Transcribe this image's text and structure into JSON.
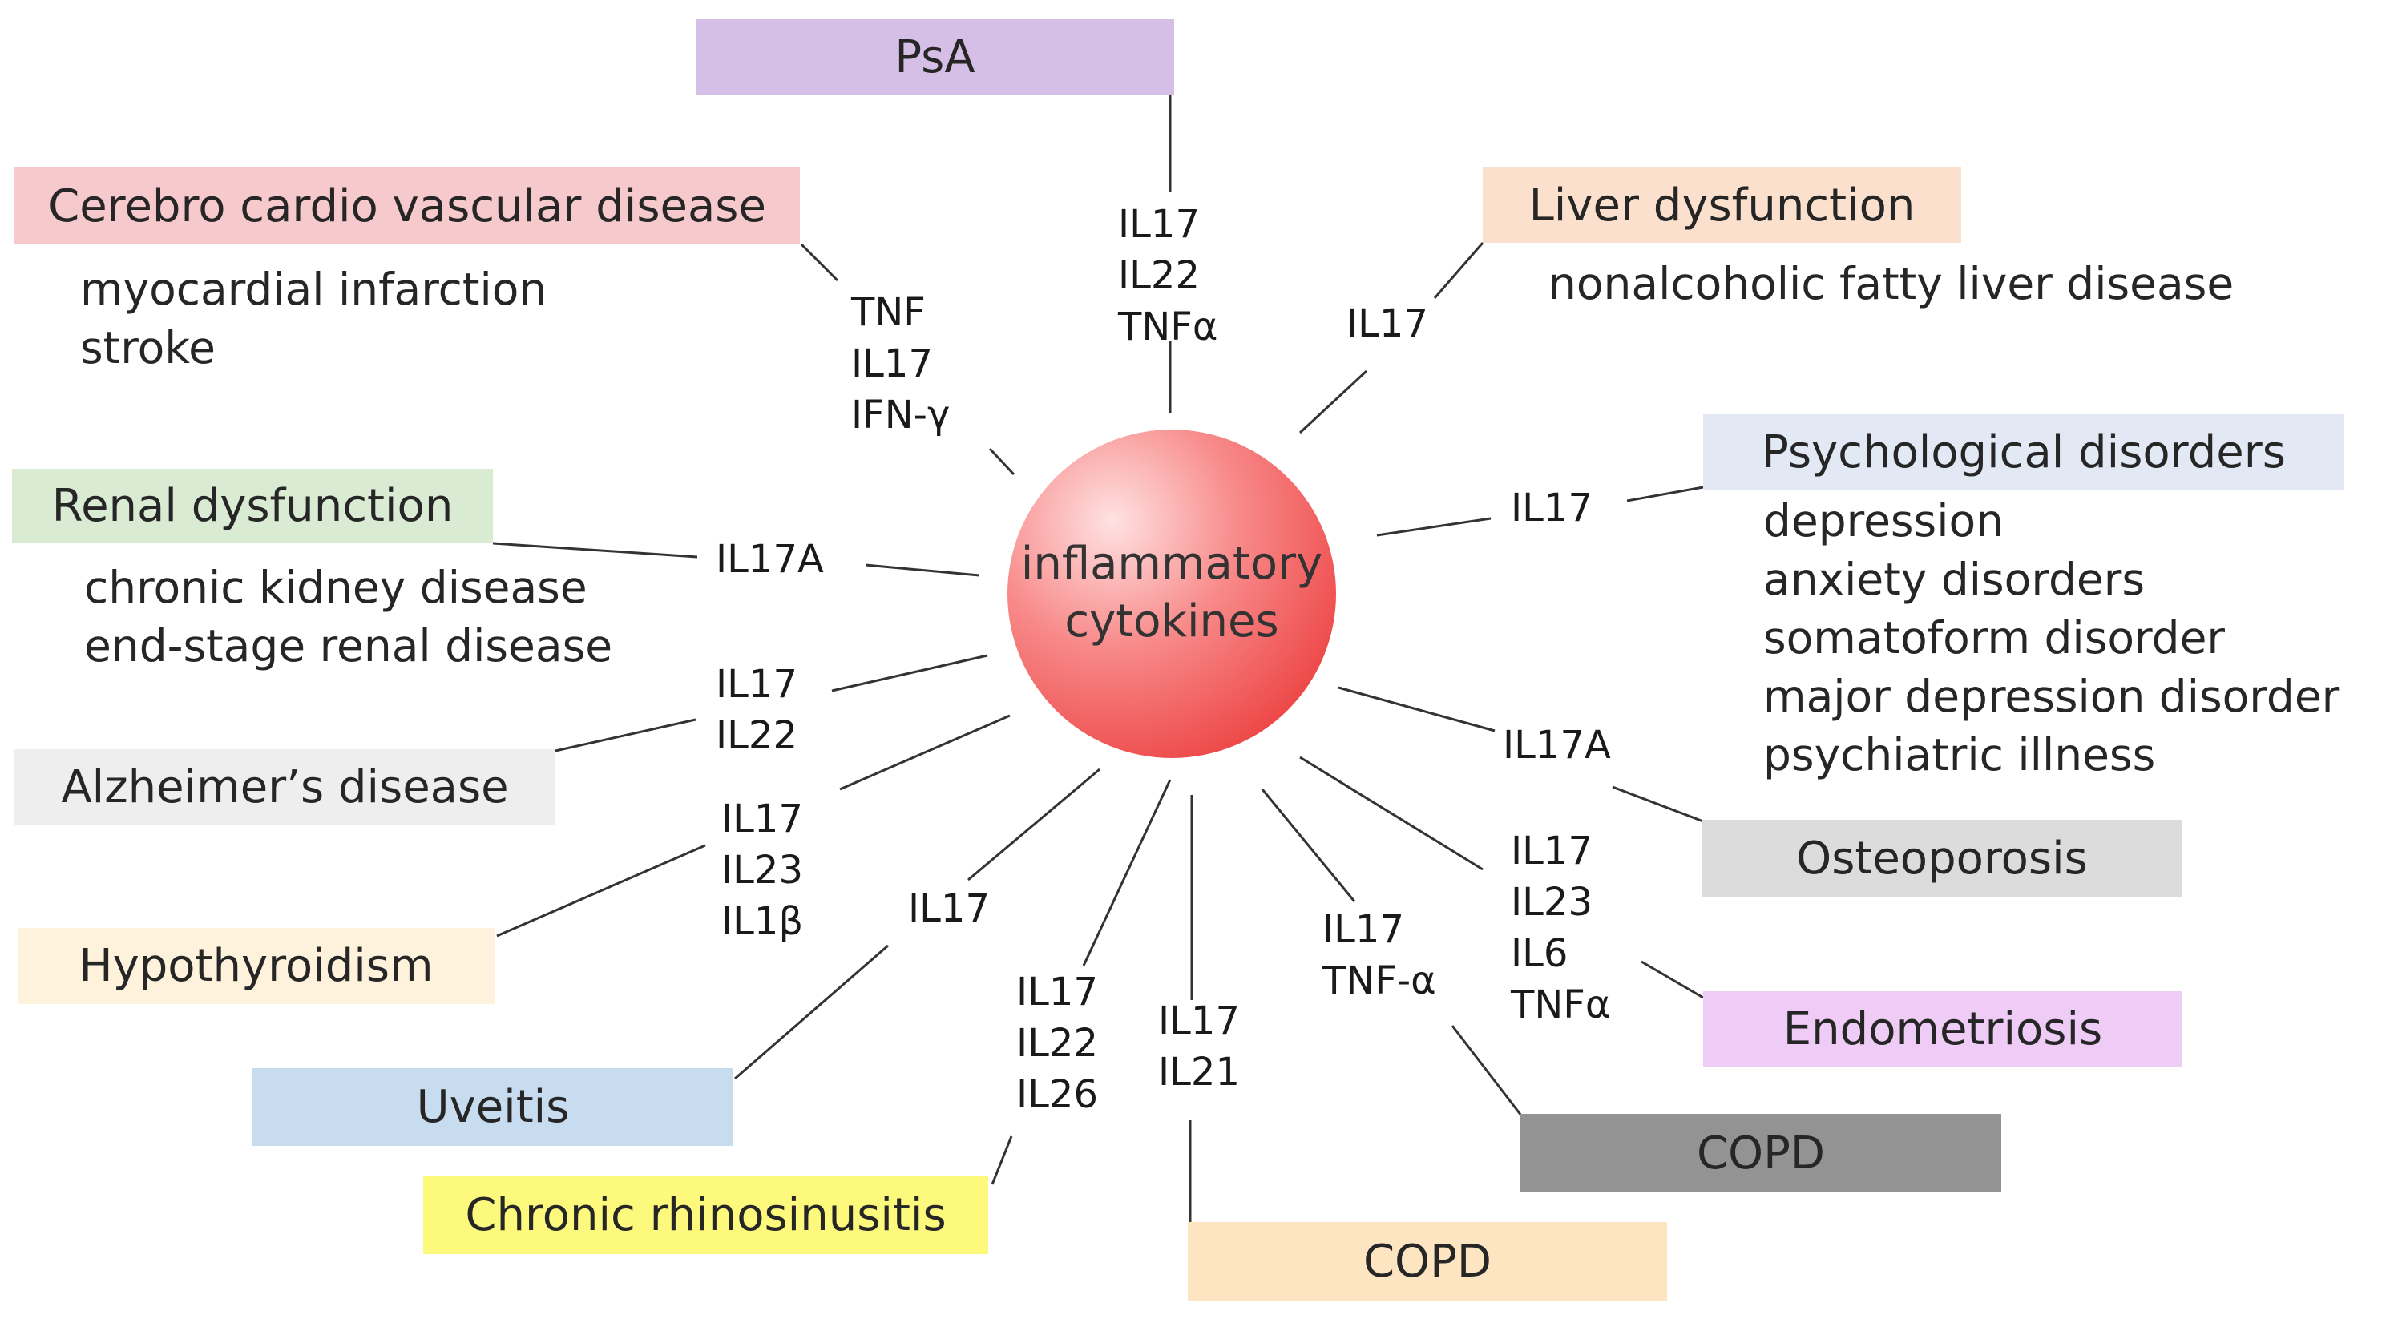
{
  "center": {
    "lines": [
      "inflammatory",
      "cytokines"
    ]
  },
  "colors": {
    "psa": "#d5bfe6",
    "cerebro": "#f6c9cc",
    "liver": "#fbe1cd",
    "psych": "#e3e8f5",
    "renal": "#d9ebd3",
    "alzheimer": "#eeeeee",
    "hypothyroid": "#fef2dc",
    "uveitis": "#c8dcf0",
    "rhino": "#fdf97d",
    "copd_bottom": "#fde5c2",
    "copd_right": "#939393",
    "osteo": "#dcdcdc",
    "endo": "#efccf5",
    "center_core": "#f14a4a",
    "center_highlight": "#ffe2e2"
  },
  "diseases": {
    "psa": {
      "label": "PsA",
      "cytokines": [
        "IL17",
        "IL22",
        "TNFα"
      ]
    },
    "cerebro": {
      "label": "Cerebro cardio vascular disease",
      "examples": [
        "myocardial infarction",
        "stroke"
      ],
      "cytokines": [
        "TNF",
        "IL17",
        "IFN-γ"
      ]
    },
    "liver": {
      "label": "Liver dysfunction",
      "examples": [
        "nonalcoholic fatty liver disease"
      ],
      "cytokines": [
        "IL17"
      ]
    },
    "psych": {
      "label": "Psychological disorders",
      "examples": [
        "depression",
        "anxiety disorders",
        "somatoform disorder",
        "major depression disorder",
        "psychiatric illness"
      ],
      "cytokines": [
        "IL17"
      ]
    },
    "renal": {
      "label": "Renal dysfunction",
      "examples": [
        "chronic kidney disease",
        "end-stage renal disease"
      ],
      "cytokines": [
        "IL17A"
      ]
    },
    "alzheimer": {
      "label": "Alzheimer’s disease",
      "cytokines": [
        "IL17",
        "IL22"
      ]
    },
    "hypothyroid": {
      "label": "Hypothyroidism",
      "cytokines": [
        "IL17",
        "IL23",
        "IL1β"
      ]
    },
    "uveitis": {
      "label": "Uveitis",
      "cytokines": [
        "IL17"
      ]
    },
    "rhino": {
      "label": "Chronic rhinosinusitis",
      "cytokines": [
        "IL17",
        "IL22",
        "IL26"
      ]
    },
    "copd_bottom": {
      "label": "COPD",
      "cytokines": [
        "IL17",
        "IL21"
      ]
    },
    "copd_right": {
      "label": "COPD",
      "cytokines": [
        "IL17",
        "TNF-α"
      ]
    },
    "osteo": {
      "label": "Osteoporosis",
      "cytokines": [
        "IL17A"
      ]
    },
    "endo": {
      "label": "Endometriosis",
      "cytokines": [
        "IL17",
        "IL23",
        "IL6",
        "TNFα"
      ]
    }
  }
}
